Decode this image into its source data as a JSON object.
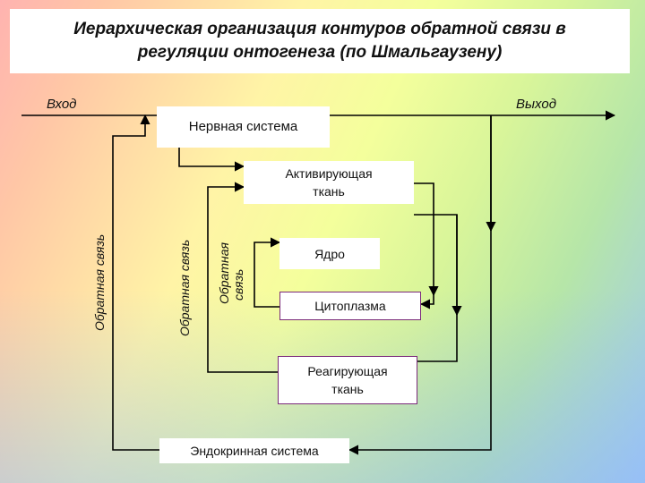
{
  "title": "Иерархическая организация контуров обратной связи в регуляции онтогенеза (по Шмальгаузену)",
  "labels": {
    "input": "Вход",
    "output": "Выход"
  },
  "nodes": {
    "nervous_system": "Нервная система",
    "activating_tissue": "Активирующая ткань",
    "nucleus": "Ядро",
    "cytoplasm": "Цитоплазма",
    "reacting_tissue": "Реагирующая ткань",
    "endocrine_system": "Эндокринная система"
  },
  "feedback": {
    "outer": "Обратная связь",
    "middle": "Обратная связь",
    "inner_line1": "Обратная",
    "inner_line2": "связь"
  },
  "colors": {
    "line": "#000000",
    "box_border": "#7a2a7a"
  }
}
